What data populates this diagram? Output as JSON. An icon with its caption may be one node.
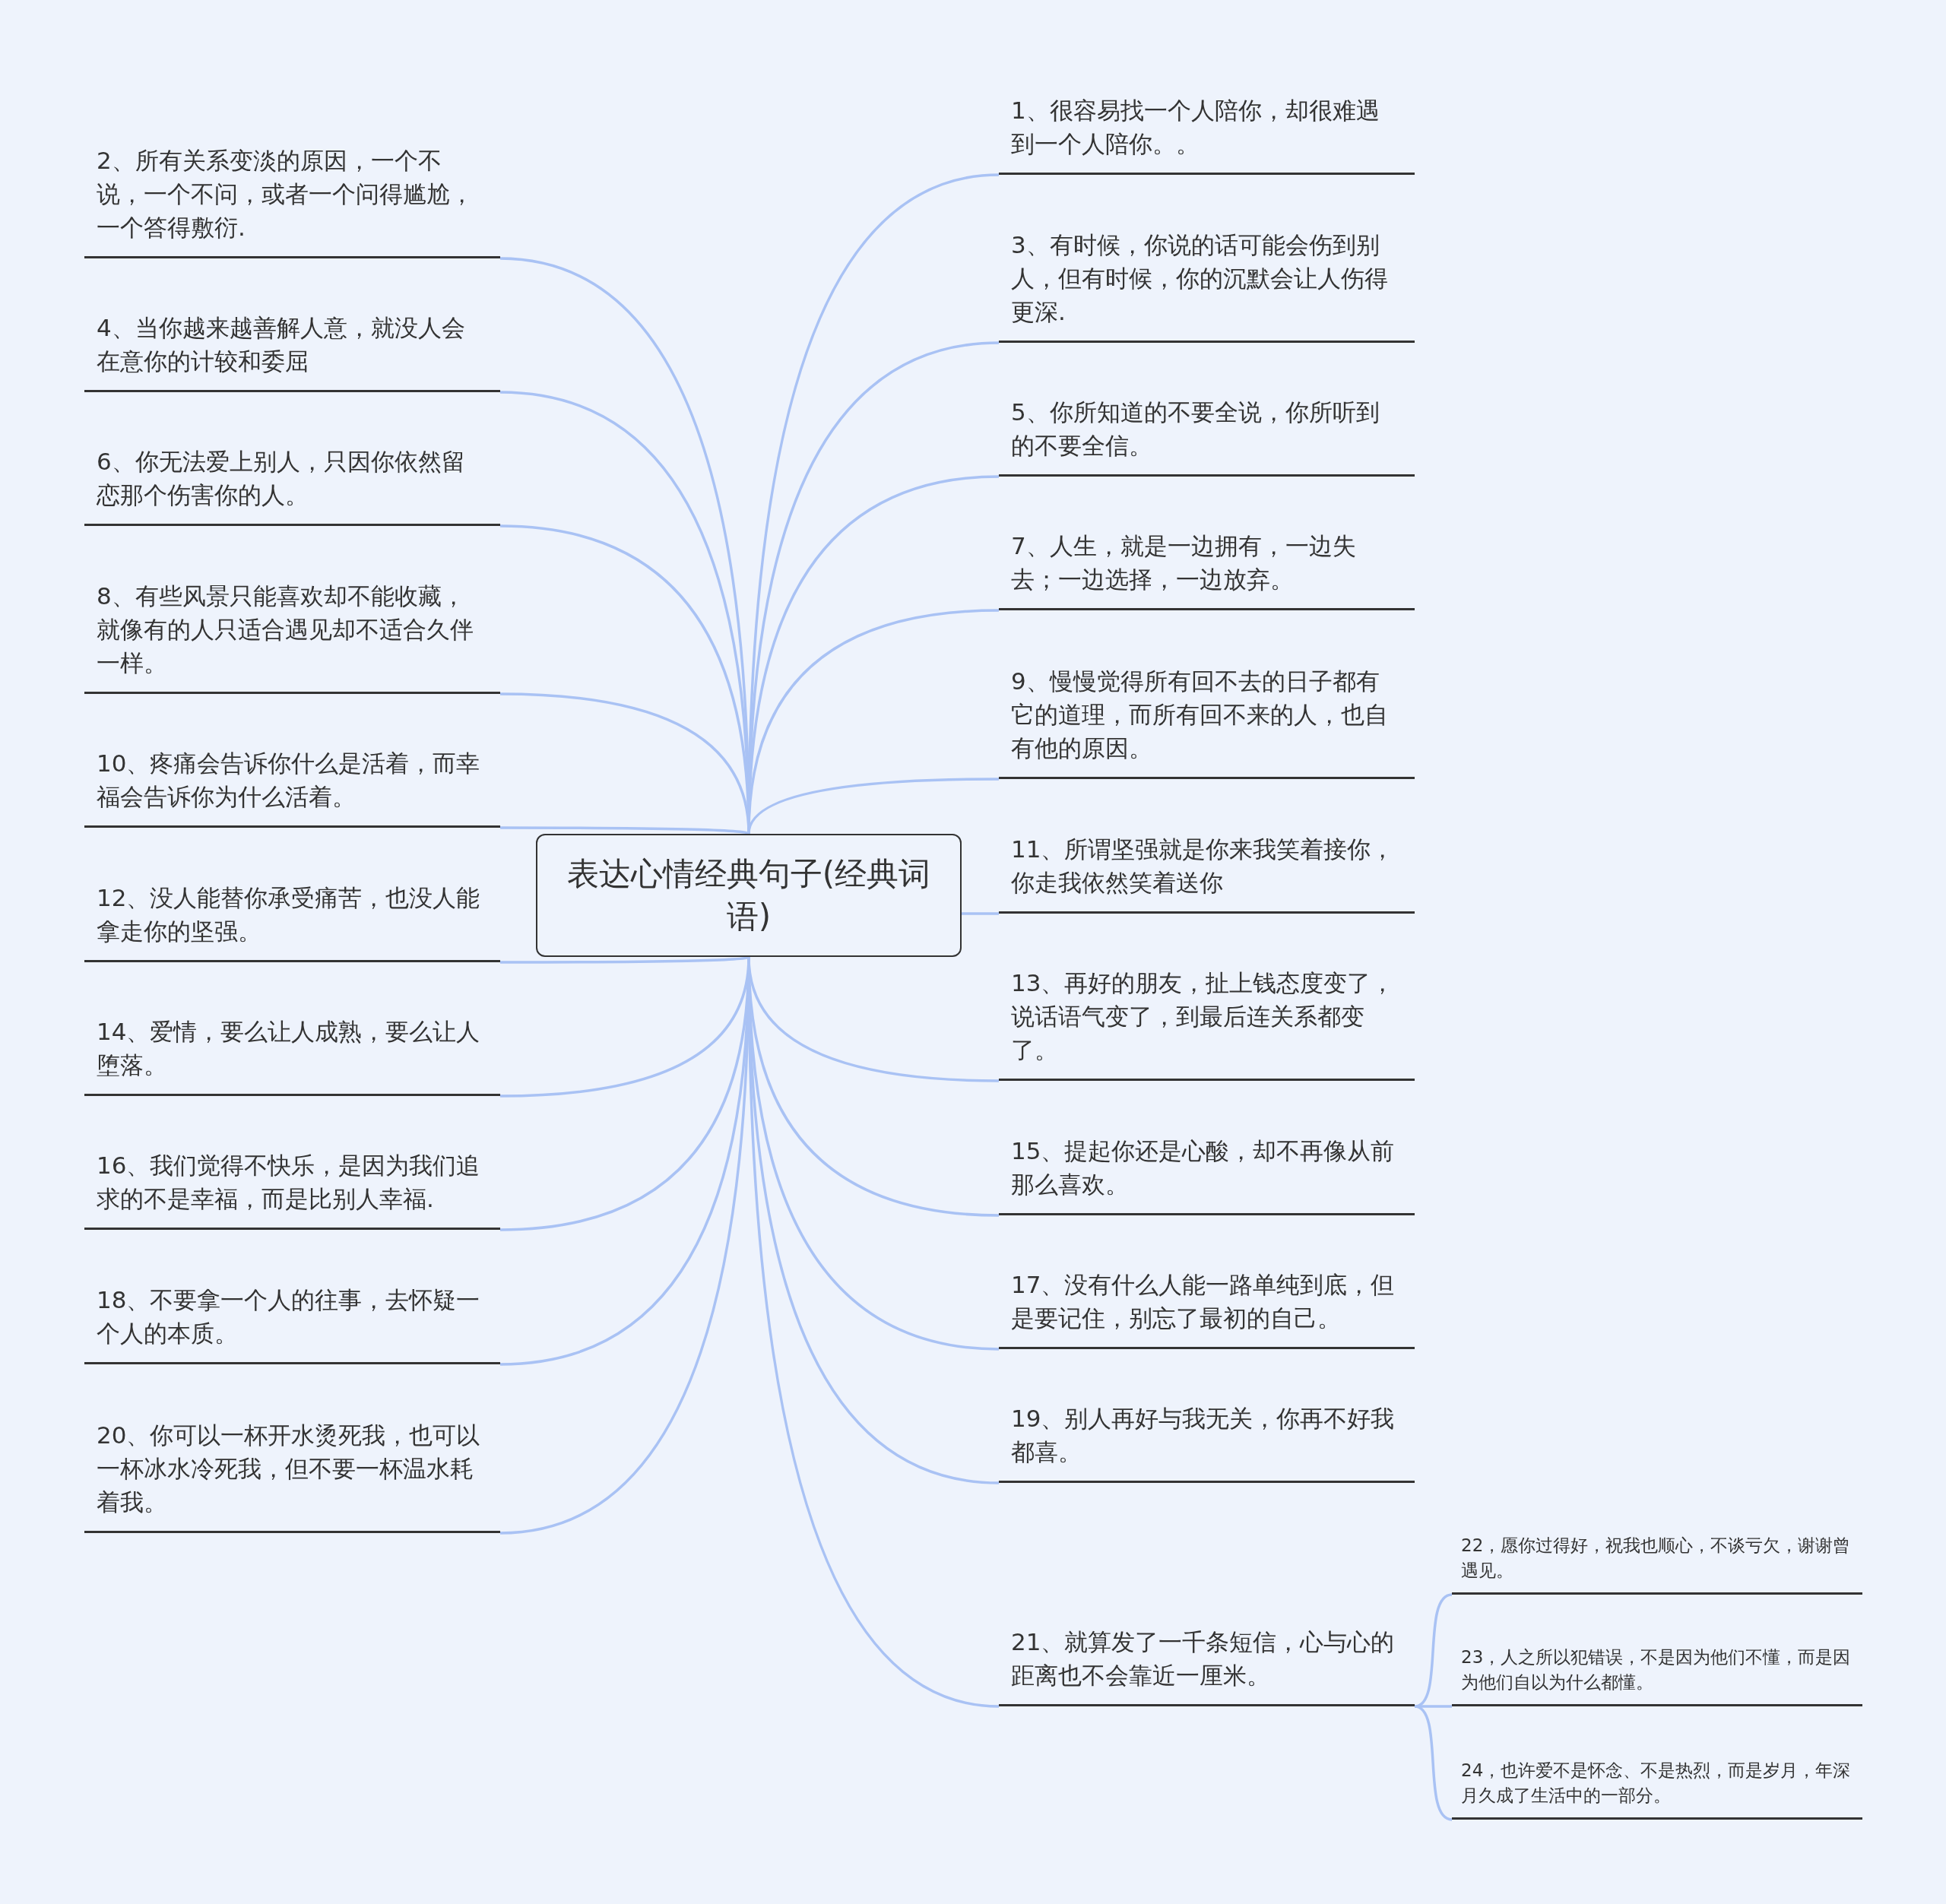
{
  "diagram": {
    "nodes": [
      {
        "text": [
          "表达心情经典句子(经典词语)"
        ]
      },
      {
        "text": [
          "1、很容易找一个人陪你，却很难遇到一个人陪你。。"
        ]
      },
      {
        "text": [
          "2、所有关系变淡的原因，一个不说，一个不问，或者一个问得尴尬，一个答得敷衍."
        ]
      },
      {
        "text": [
          "3、有时候，你说的话可能会伤到别人，但有时候，你的沉默会让人伤得更深."
        ]
      },
      {
        "text": [
          "4、当你越来越善解人意，就没人会在意你的计较和委屈"
        ]
      },
      {
        "text": [
          "5、你所知道的不要全说，你所听到的不要全信。"
        ]
      },
      {
        "text": [
          "6、你无法爱上别人，只因你依然留恋那个伤害你的人。"
        ]
      },
      {
        "text": [
          "7、人生，就是一边拥有，一边失去；一边选择，一边放弃。"
        ]
      },
      {
        "text": [
          "8、有些风景只能喜欢却不能收藏，就像有的人只适合遇见却不适合久伴一样。"
        ]
      },
      {
        "text": [
          "9、慢慢觉得所有回不去的日子都有它的道理，而所有回不来的人，也自有他的原因。"
        ]
      },
      {
        "text": [
          "10、疼痛会告诉你什么是活着，而幸福会告诉你为什么活着。"
        ]
      },
      {
        "text": [
          "11、所谓坚强就是你来我笑着接你，你走我依然笑着送你"
        ]
      },
      {
        "text": [
          "12、没人能替你承受痛苦，也没人能拿走你的坚强。"
        ]
      },
      {
        "text": [
          "13、再好的朋友，扯上钱态度变了，说话语气变了，到最后连关系都变了。"
        ]
      },
      {
        "text": [
          "14、爱情，要么让人成熟，要么让人堕落。"
        ]
      },
      {
        "text": [
          "15、提起你还是心酸，却不再像从前那么喜欢。"
        ]
      },
      {
        "text": [
          "16、我们觉得不快乐，是因为我们追求的不是幸福，而是比别人幸福."
        ]
      },
      {
        "text": [
          "17、没有什么人能一路单纯到底，但是要记住，别忘了最初的自己。"
        ]
      },
      {
        "text": [
          "18、不要拿一个人的往事，去怀疑一个人的本质。"
        ]
      },
      {
        "text": [
          "19、别人再好与我无关，你再不好我都喜。"
        ]
      },
      {
        "text": [
          "20、你可以一杯开水烫死我，也可以一杯冰水冷死我，但不要一杯温水耗着我。"
        ]
      },
      {
        "text": [
          "21、就算发了一千条短信，心与心的距离也不会靠近一厘米。"
        ]
      },
      {
        "text": [
          "22，愿你过得好，祝我也顺心，不谈亏欠，谢谢曾遇见。"
        ]
      },
      {
        "text": [
          "23，人之所以犯错误，不是因为他们不懂，而是因为他们自以为什么都懂。"
        ]
      },
      {
        "text": [
          "24，也许爱不是怀念、不是热烈，而是岁月，年深月久成了生活中的一部分。"
        ]
      }
    ],
    "edges": [
      {
        "from": 0,
        "to": 1,
        "arrow": "none"
      },
      {
        "from": 0,
        "to": 2,
        "arrow": "none"
      },
      {
        "from": 0,
        "to": 3,
        "arrow": "none"
      },
      {
        "from": 0,
        "to": 4,
        "arrow": "none"
      },
      {
        "from": 0,
        "to": 5,
        "arrow": "none"
      },
      {
        "from": 0,
        "to": 6,
        "arrow": "none"
      },
      {
        "from": 0,
        "to": 7,
        "arrow": "none"
      },
      {
        "from": 0,
        "to": 8,
        "arrow": "none"
      },
      {
        "from": 0,
        "to": 9,
        "arrow": "none"
      },
      {
        "from": 0,
        "to": 10,
        "arrow": "none"
      },
      {
        "from": 0,
        "to": 11,
        "arrow": "none"
      },
      {
        "from": 0,
        "to": 12,
        "arrow": "none"
      },
      {
        "from": 0,
        "to": 13,
        "arrow": "none"
      },
      {
        "from": 0,
        "to": 14,
        "arrow": "none"
      },
      {
        "from": 0,
        "to": 15,
        "arrow": "none"
      },
      {
        "from": 0,
        "to": 16,
        "arrow": "none"
      },
      {
        "from": 0,
        "to": 17,
        "arrow": "none"
      },
      {
        "from": 0,
        "to": 18,
        "arrow": "none"
      },
      {
        "from": 0,
        "to": 19,
        "arrow": "none"
      },
      {
        "from": 0,
        "to": 20,
        "arrow": "none"
      },
      {
        "from": 0,
        "to": 21,
        "arrow": "none"
      },
      {
        "from": 21,
        "to": 22,
        "arrow": "none"
      },
      {
        "from": 21,
        "to": 23,
        "arrow": "none"
      },
      {
        "from": 21,
        "to": 24,
        "arrow": "none"
      }
    ]
  }
}
